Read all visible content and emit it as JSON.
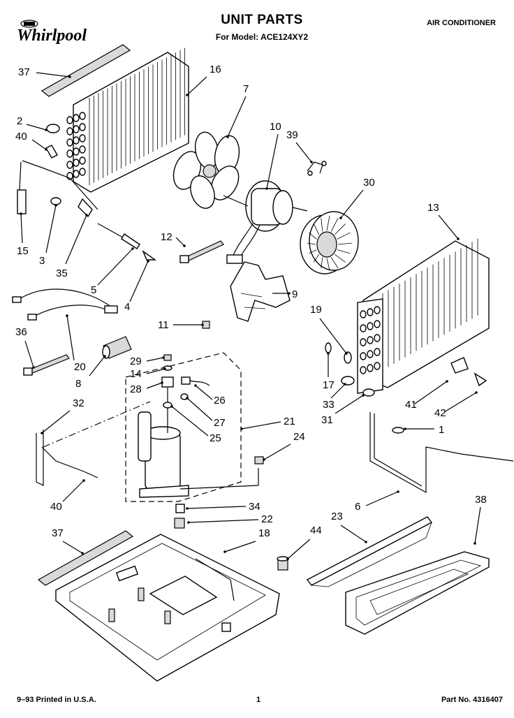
{
  "header": {
    "brand": "Whirlpool",
    "title": "UNIT PARTS",
    "model_line": "For Model: ACE124XY2",
    "product": "AIR CONDITIONER"
  },
  "footer": {
    "left": "9–93 Printed in U.S.A.",
    "page": "1",
    "part_no": "Part No. 4316407"
  },
  "callouts": [
    "37",
    "16",
    "7",
    "2",
    "40",
    "10",
    "39",
    "30",
    "15",
    "3",
    "35",
    "12",
    "5",
    "4",
    "13",
    "9",
    "19",
    "11",
    "36",
    "20",
    "8",
    "29",
    "14",
    "28",
    "26",
    "27",
    "25",
    "21",
    "24",
    "17",
    "33",
    "31",
    "41",
    "42",
    "1",
    "32",
    "40",
    "6",
    "34",
    "22",
    "38",
    "37",
    "18",
    "23",
    "44"
  ]
}
